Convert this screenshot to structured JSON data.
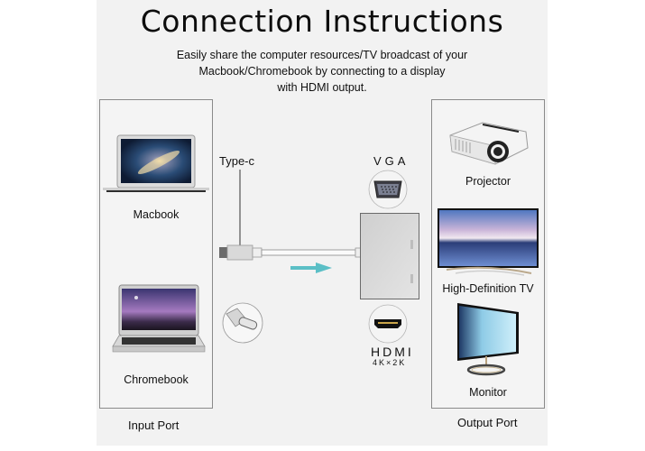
{
  "title": "Connection Instructions",
  "subtitle": [
    "Easily share the computer resources/TV broadcast of your",
    "Macbook/Chromebook by connecting to a display",
    "with HDMI output."
  ],
  "input": {
    "port_label": "Input Port",
    "devices": [
      {
        "name": "Macbook",
        "icon": "macbook-laptop-icon"
      },
      {
        "name": "Chromebook",
        "icon": "chromebook-laptop-icon"
      }
    ]
  },
  "adapter": {
    "cable_label": "Type-c",
    "vga_label": "VGA",
    "hdmi_label": "HDMI",
    "hdmi_resolution": "4K×2K",
    "arrow_color": "#5bbfc6"
  },
  "output": {
    "port_label": "Output Port",
    "devices": [
      {
        "name": "Projector",
        "icon": "projector-icon"
      },
      {
        "name": "High-Definition TV",
        "icon": "tv-icon"
      },
      {
        "name": "Monitor",
        "icon": "monitor-icon"
      }
    ]
  }
}
